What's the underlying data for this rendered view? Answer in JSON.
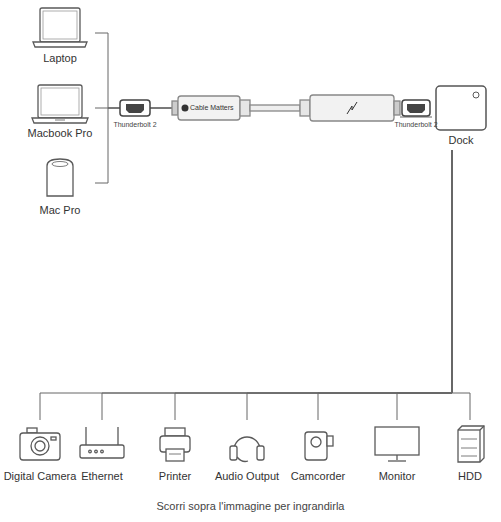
{
  "diagram": {
    "caption": "Scorri sopra l'immagine per ingrandirla",
    "nodes": [
      {
        "text": [
          "Laptop"
        ]
      },
      {
        "text": [
          "Macbook Pro"
        ]
      },
      {
        "text": [
          "Mac Pro"
        ]
      },
      {
        "text": [
          "Cable Matters"
        ]
      },
      {
        "text": [
          "Dock"
        ]
      },
      {
        "text": [
          "Digital Camera"
        ]
      },
      {
        "text": [
          "Ethernet"
        ]
      },
      {
        "text": [
          "Printer"
        ]
      },
      {
        "text": [
          "Audio Output"
        ]
      },
      {
        "text": [
          "Camcorder"
        ]
      },
      {
        "text": [
          "Monitor"
        ]
      },
      {
        "text": [
          "HDD"
        ]
      }
    ],
    "edges": [
      {
        "from": 0,
        "to": 3,
        "arrow": "none"
      },
      {
        "from": 1,
        "to": 3,
        "arrow": "none"
      },
      {
        "from": 2,
        "to": 3,
        "arrow": "none"
      },
      {
        "from": 3,
        "to": 4,
        "arrow": "none"
      },
      {
        "from": 4,
        "to": 5,
        "arrow": "none"
      },
      {
        "from": 4,
        "to": 6,
        "arrow": "none"
      },
      {
        "from": 4,
        "to": 7,
        "arrow": "none"
      },
      {
        "from": 4,
        "to": 8,
        "arrow": "none"
      },
      {
        "from": 4,
        "to": 9,
        "arrow": "none"
      },
      {
        "from": 4,
        "to": 10,
        "arrow": "none"
      },
      {
        "from": 4,
        "to": 11,
        "arrow": "none"
      }
    ],
    "labels": [
      "Thunderbolt 2",
      "Thunderbolt 2"
    ]
  }
}
